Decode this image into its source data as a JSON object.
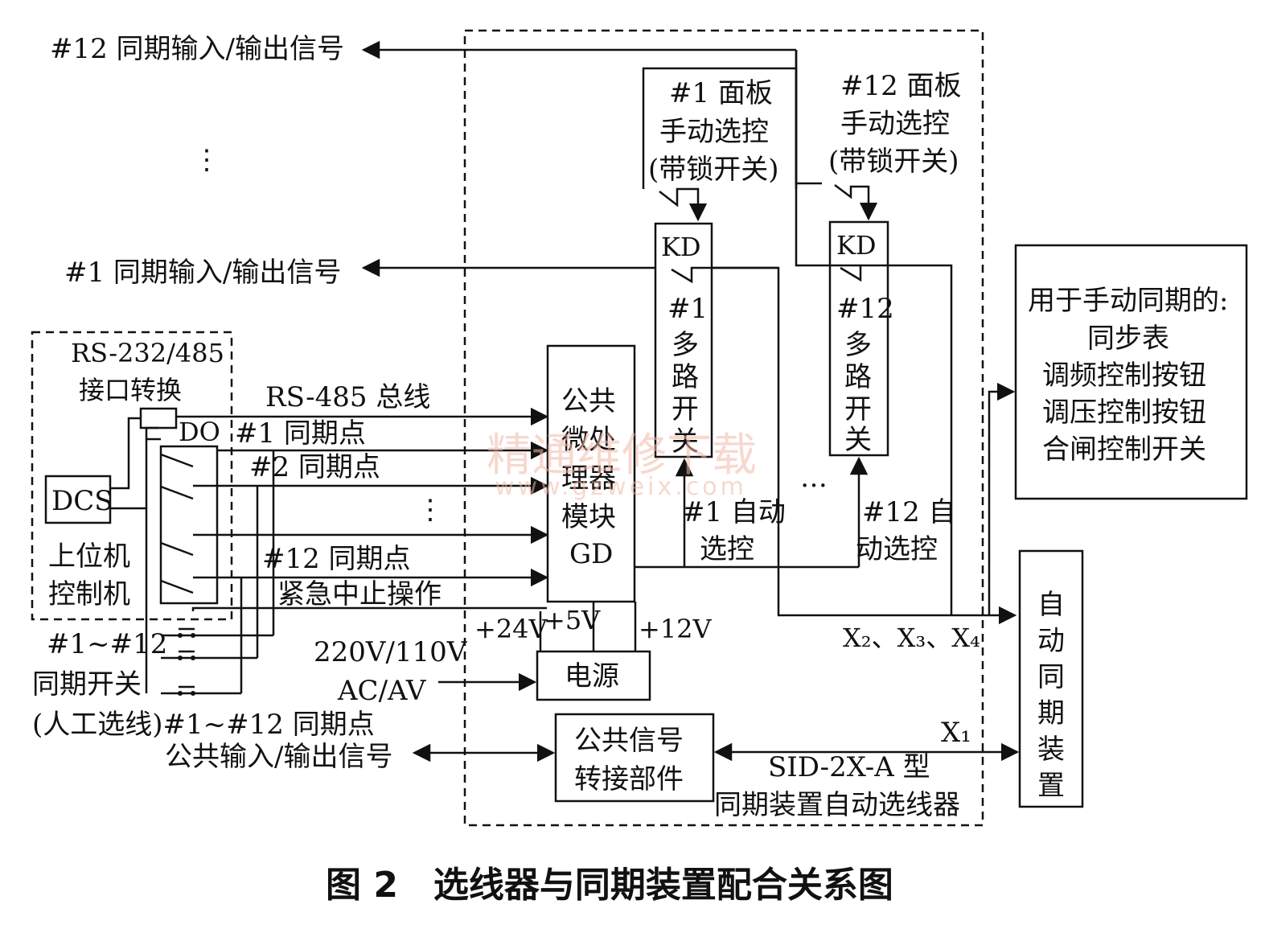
{
  "diagram": {
    "caption": "图 2　选线器与同期装置配合关系图",
    "enclosure_label": [
      "SID-2X-A 型",
      "同期装置自动选线器"
    ],
    "signals": {
      "sig12_io": "#12 同期输入/输出信号",
      "sig1_io": "#1 同期输入/输出信号",
      "common_io": "公共输入/输出信号",
      "vdots_top": "⋮",
      "vdots_mid": "⋮",
      "hdots": "…"
    },
    "upper_machine": {
      "iface_label": [
        "RS-232/485",
        "接口转换"
      ],
      "dcs": "DCS",
      "do_label": "DO",
      "name": [
        "上位机",
        "控制机"
      ]
    },
    "bus_lines": {
      "rs485": "RS-485 总线",
      "p1": "#1 同期点",
      "p2": "#2 同期点",
      "p12": "#12 同期点",
      "estop": "紧急中止操作"
    },
    "sync_switches": {
      "label": [
        "#1~#12",
        "同期开关"
      ],
      "label2": "(人工选线)#1~#12 同期点"
    },
    "cpu": {
      "label": [
        "公共",
        "微处",
        "理器",
        "模块",
        "GD"
      ]
    },
    "power": {
      "label": "电源",
      "input": [
        "220V/110V",
        "AC/AV"
      ],
      "v24": "+24V",
      "v5": "+5V",
      "v12": "+12V"
    },
    "common_signal": {
      "label": [
        "公共信号",
        "转接部件"
      ]
    },
    "panel1": {
      "label": [
        "#1 面板",
        "手动选控",
        "(带锁开关)"
      ]
    },
    "panel12": {
      "label": [
        "#12 面板",
        "手动选控",
        "(带锁开关)"
      ]
    },
    "mux1": {
      "kd": "KD",
      "label": [
        "#1",
        "多",
        "路",
        "开",
        "关"
      ],
      "auto": [
        "#1 自动",
        "选控"
      ]
    },
    "mux12": {
      "kd": "KD",
      "label": [
        "#12",
        "多",
        "路",
        "开",
        "关"
      ],
      "auto": [
        "#12 自",
        "动选控"
      ]
    },
    "manual_box": {
      "label": [
        "用于手动同期的:",
        "同步表",
        "调频控制按钮",
        "调压控制按钮",
        "合闸控制开关"
      ]
    },
    "auto_sync": {
      "label": [
        "自",
        "动",
        "同",
        "期",
        "装",
        "置"
      ]
    },
    "x_labels": {
      "x234": "X₂、X₃、X₄",
      "x1": "X₁"
    },
    "watermark": {
      "cn": "精通维修下载",
      "url": "www.gzweix.com"
    }
  }
}
